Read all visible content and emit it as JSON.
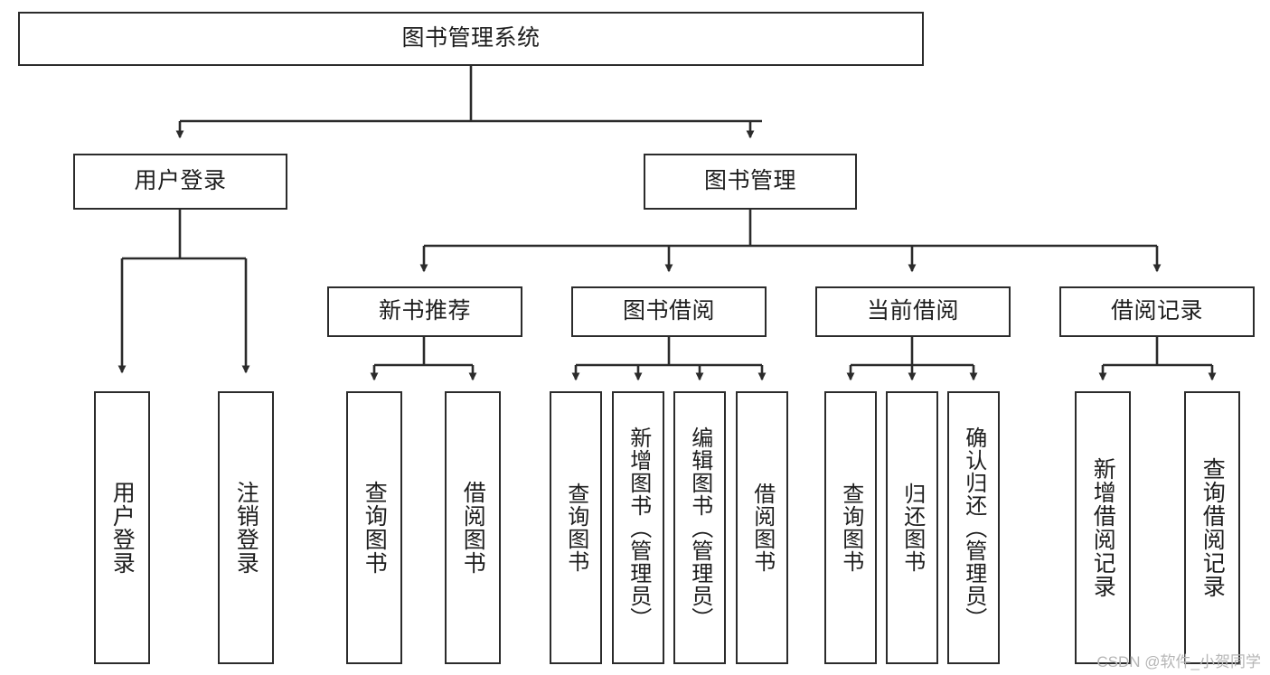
{
  "diagram": {
    "title": "图书管理系统",
    "type": "tree",
    "orientation": "top-down",
    "colors": {
      "background": "#ffffff",
      "node_fill": "#ffffff",
      "node_border": "#2b2b2b",
      "edge": "#2b2b2b",
      "text": "#1d1d1d",
      "watermark": "#b6b6b6"
    },
    "root": {
      "label": "图书管理系统"
    },
    "level2": [
      {
        "label": "用户登录"
      },
      {
        "label": "图书管理"
      }
    ],
    "level3": [
      {
        "label": "新书推荐"
      },
      {
        "label": "图书借阅"
      },
      {
        "label": "当前借阅"
      },
      {
        "label": "借阅记录"
      }
    ],
    "leaves": {
      "user_login": [
        {
          "label": "用户登录"
        },
        {
          "label": "注销登录"
        }
      ],
      "new_book_recommend": [
        {
          "label": "查询图书"
        },
        {
          "label": "借阅图书"
        }
      ],
      "book_borrow": [
        {
          "label": "查询图书"
        },
        {
          "label": "新增图书（管理员）"
        },
        {
          "label": "编辑图书（管理员）"
        },
        {
          "label": "借阅图书"
        }
      ],
      "current_borrow": [
        {
          "label": "查询图书"
        },
        {
          "label": "归还图书"
        },
        {
          "label": "确认归还（管理员）"
        }
      ],
      "borrow_records": [
        {
          "label": "新增借阅记录"
        },
        {
          "label": "查询借阅记录"
        }
      ]
    },
    "watermark": "CSDN @软件_小贺同学"
  }
}
